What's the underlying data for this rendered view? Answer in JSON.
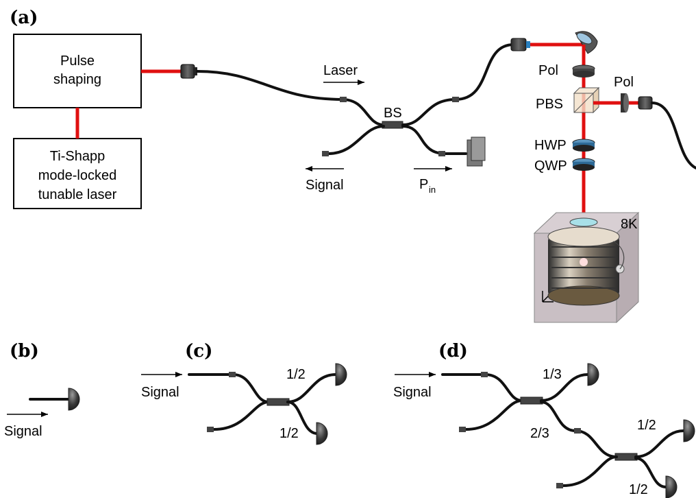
{
  "panels": {
    "a": "(a)",
    "b": "(b)",
    "c": "(c)",
    "d": "(d)"
  },
  "panel_a": {
    "box_pulse_shaping": [
      "Pulse",
      "shaping"
    ],
    "box_laser": [
      "Ti-Shapp",
      "mode-locked",
      "tunable laser"
    ],
    "laser_label": "Laser",
    "bs_label": "BS",
    "signal_label": "Signal",
    "pin_label": "P",
    "pin_sub": "in",
    "pol_top": "Pol",
    "pol_side": "Pol",
    "pbs": "PBS",
    "hwp": "HWP",
    "qwp": "QWP",
    "temp": "8K"
  },
  "panel_b": {
    "signal_label": "Signal"
  },
  "panel_c": {
    "signal_label": "Signal",
    "ratio_top": "1/2",
    "ratio_bottom": "1/2"
  },
  "panel_d": {
    "signal_label": "Signal",
    "ratio_top": "1/3",
    "ratio_mid": "2/3",
    "ratio_second_top": "1/2",
    "ratio_second_bottom": "1/2"
  },
  "colors": {
    "beam": "#e01010",
    "fiber": "#111111",
    "waveplate": "#3f7fae",
    "cryostat_box": "#c9bfc4"
  }
}
